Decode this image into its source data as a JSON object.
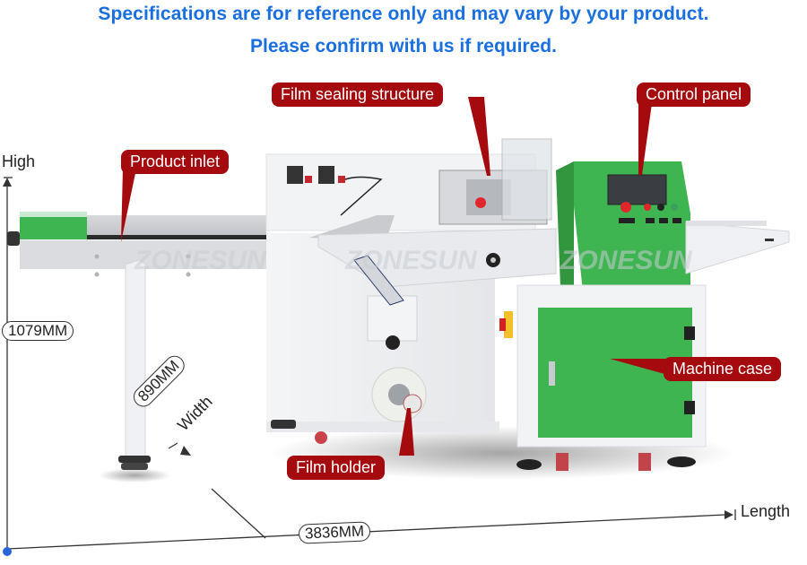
{
  "header": {
    "line1": "Specifications are for reference only and may vary by your product.",
    "line2": "Please confirm with us if required.",
    "color": "#1a6fe0"
  },
  "callouts": {
    "film_sealing": "Film sealing structure",
    "control_panel": "Control panel",
    "product_inlet": "Product inlet",
    "machine_case": "Machine case",
    "film_holder": "Film holder",
    "color": "#a50a0f"
  },
  "dimensions": {
    "height_label": "High",
    "height_value": "1079MM",
    "width_value": "890MM",
    "width_label": "Width",
    "length_value": "3836MM",
    "length_label": "Length"
  },
  "machine": {
    "watermark": "ZONESUN",
    "body_color": "#f0f1f3",
    "accent_green": "#3fb552"
  }
}
